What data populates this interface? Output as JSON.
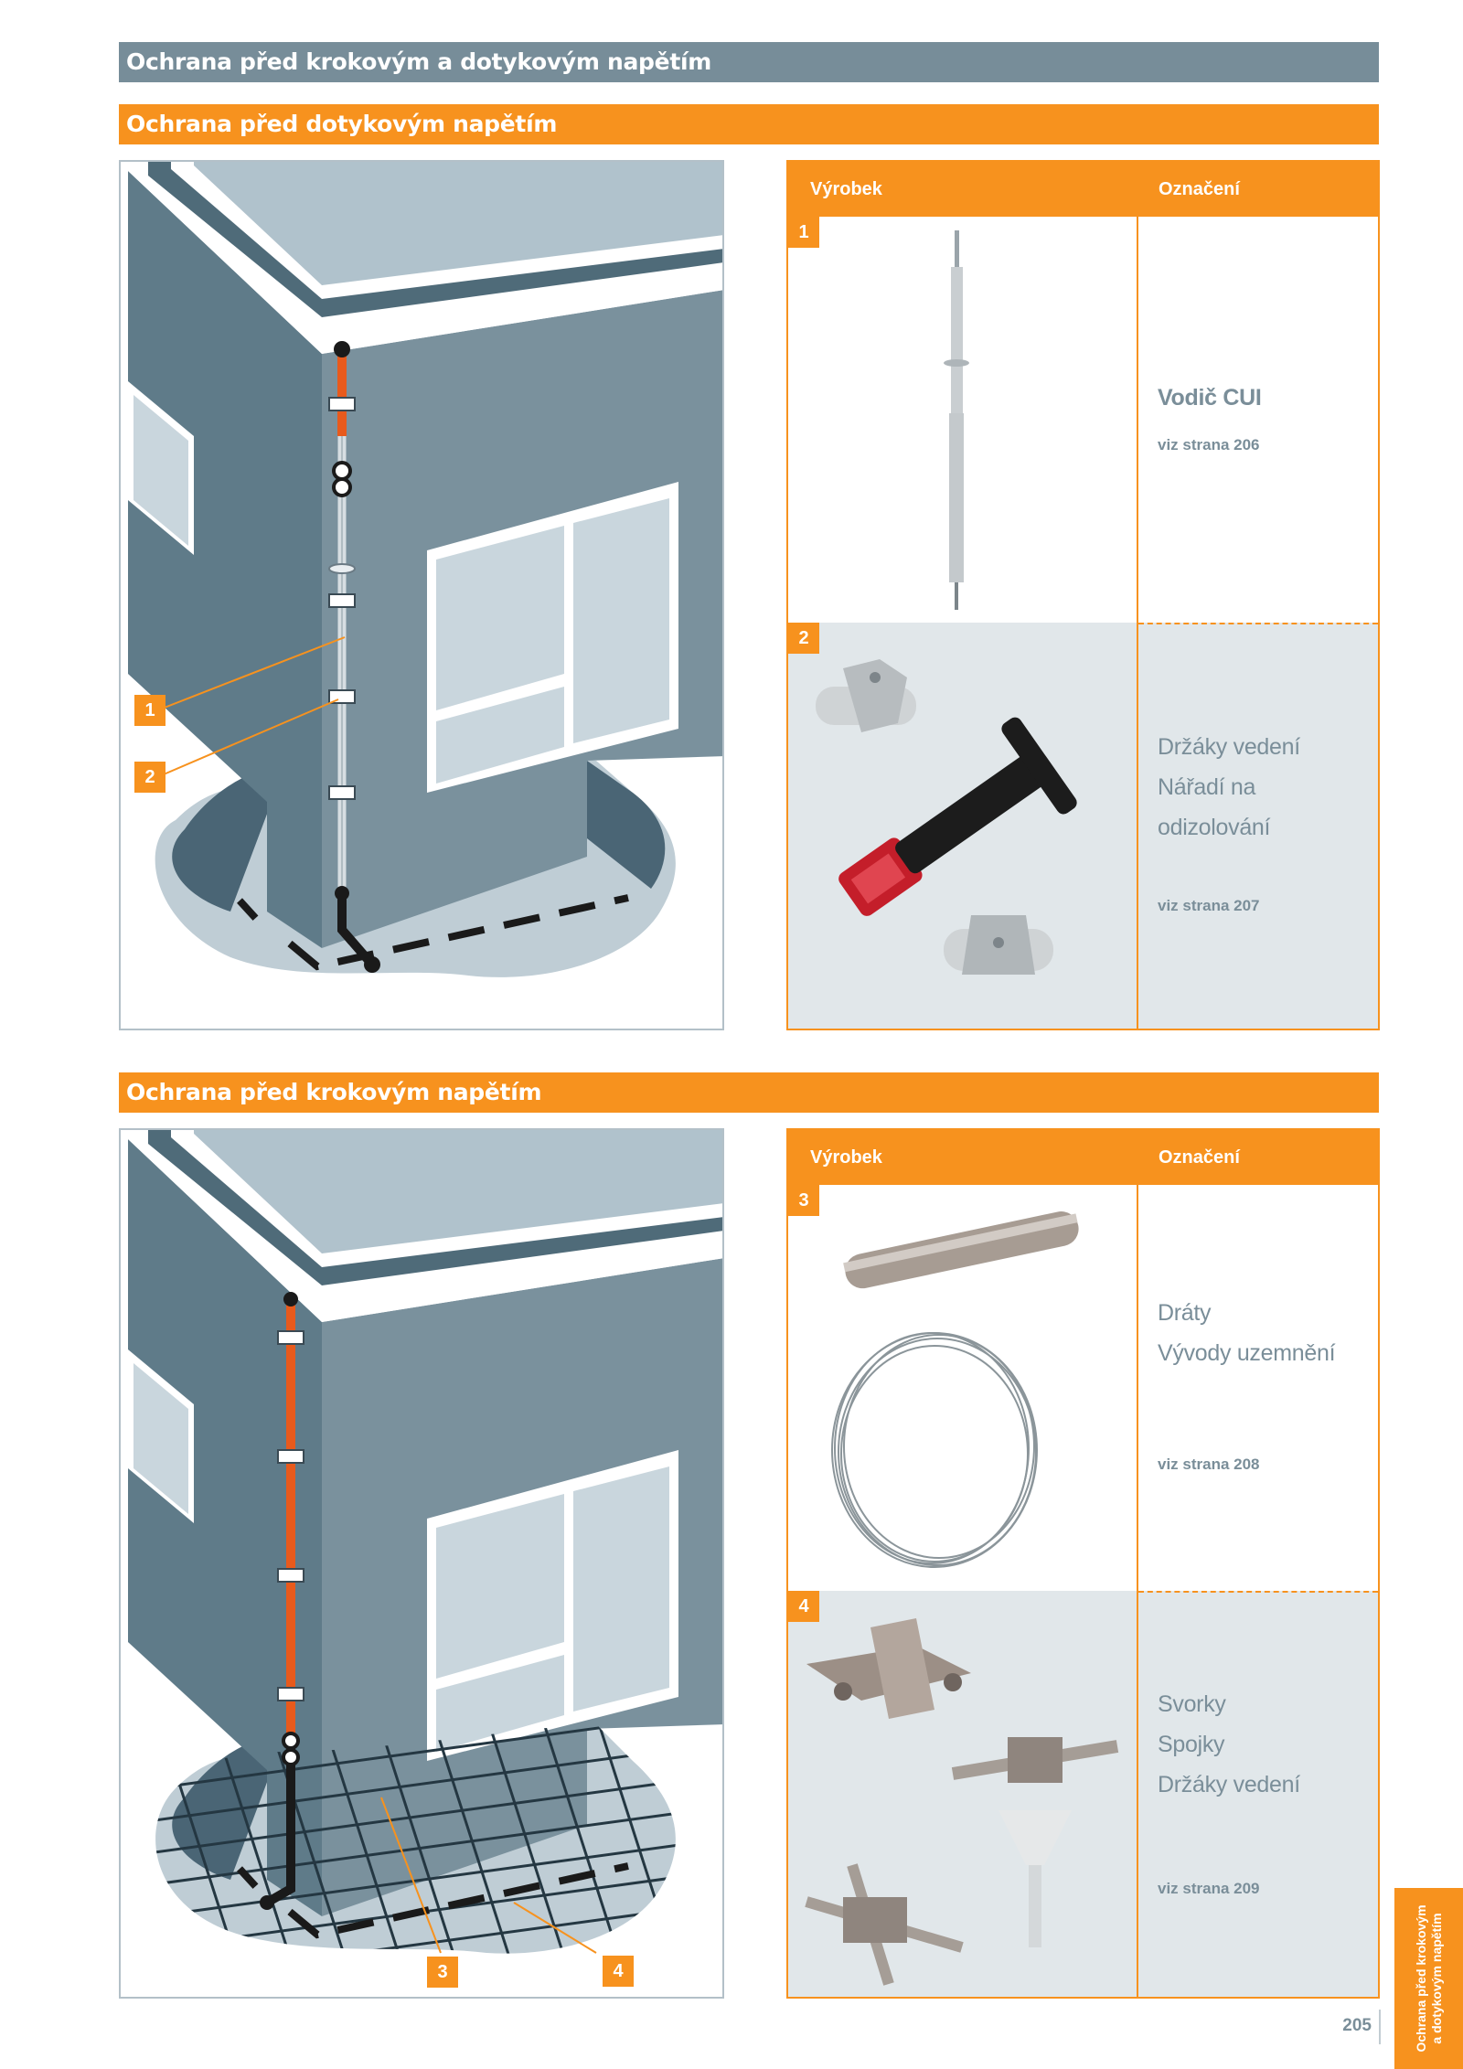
{
  "header": {
    "main_title": "Ochrana před krokovým a dotykovým napětím",
    "section1_title": "Ochrana před dotykovým napětím",
    "section2_title": "Ochrana před krokovým napětím"
  },
  "table_headers": {
    "product": "Výrobek",
    "designation": "Označení"
  },
  "section1": {
    "callouts": [
      "1",
      "2"
    ],
    "products": [
      {
        "num": "1",
        "lines": [
          "Vodič CUI"
        ],
        "ref": "viz strana 206"
      },
      {
        "num": "2",
        "lines": [
          "Držáky vedení",
          "Nářadí na odizolování"
        ],
        "ref": "viz strana 207"
      }
    ]
  },
  "section2": {
    "callouts": [
      "3",
      "4"
    ],
    "products": [
      {
        "num": "3",
        "lines": [
          "Dráty",
          "Vývody uzemnění"
        ],
        "ref": "viz strana 208"
      },
      {
        "num": "4",
        "lines": [
          "Svorky",
          "Spojky",
          "Držáky vedení"
        ],
        "ref": "viz strana 209"
      }
    ]
  },
  "side_tab": {
    "line1": "Ochrana před krokovým",
    "line2": "a dotykovým napětím"
  },
  "page_number": "205",
  "colors": {
    "accent_orange": "#f7921e",
    "header_grey": "#778d99",
    "wall_dark": "#5f7b89",
    "wall_light": "#7a919d",
    "text_grey": "#7a8e99",
    "row_shade": "#e1e7ea"
  }
}
